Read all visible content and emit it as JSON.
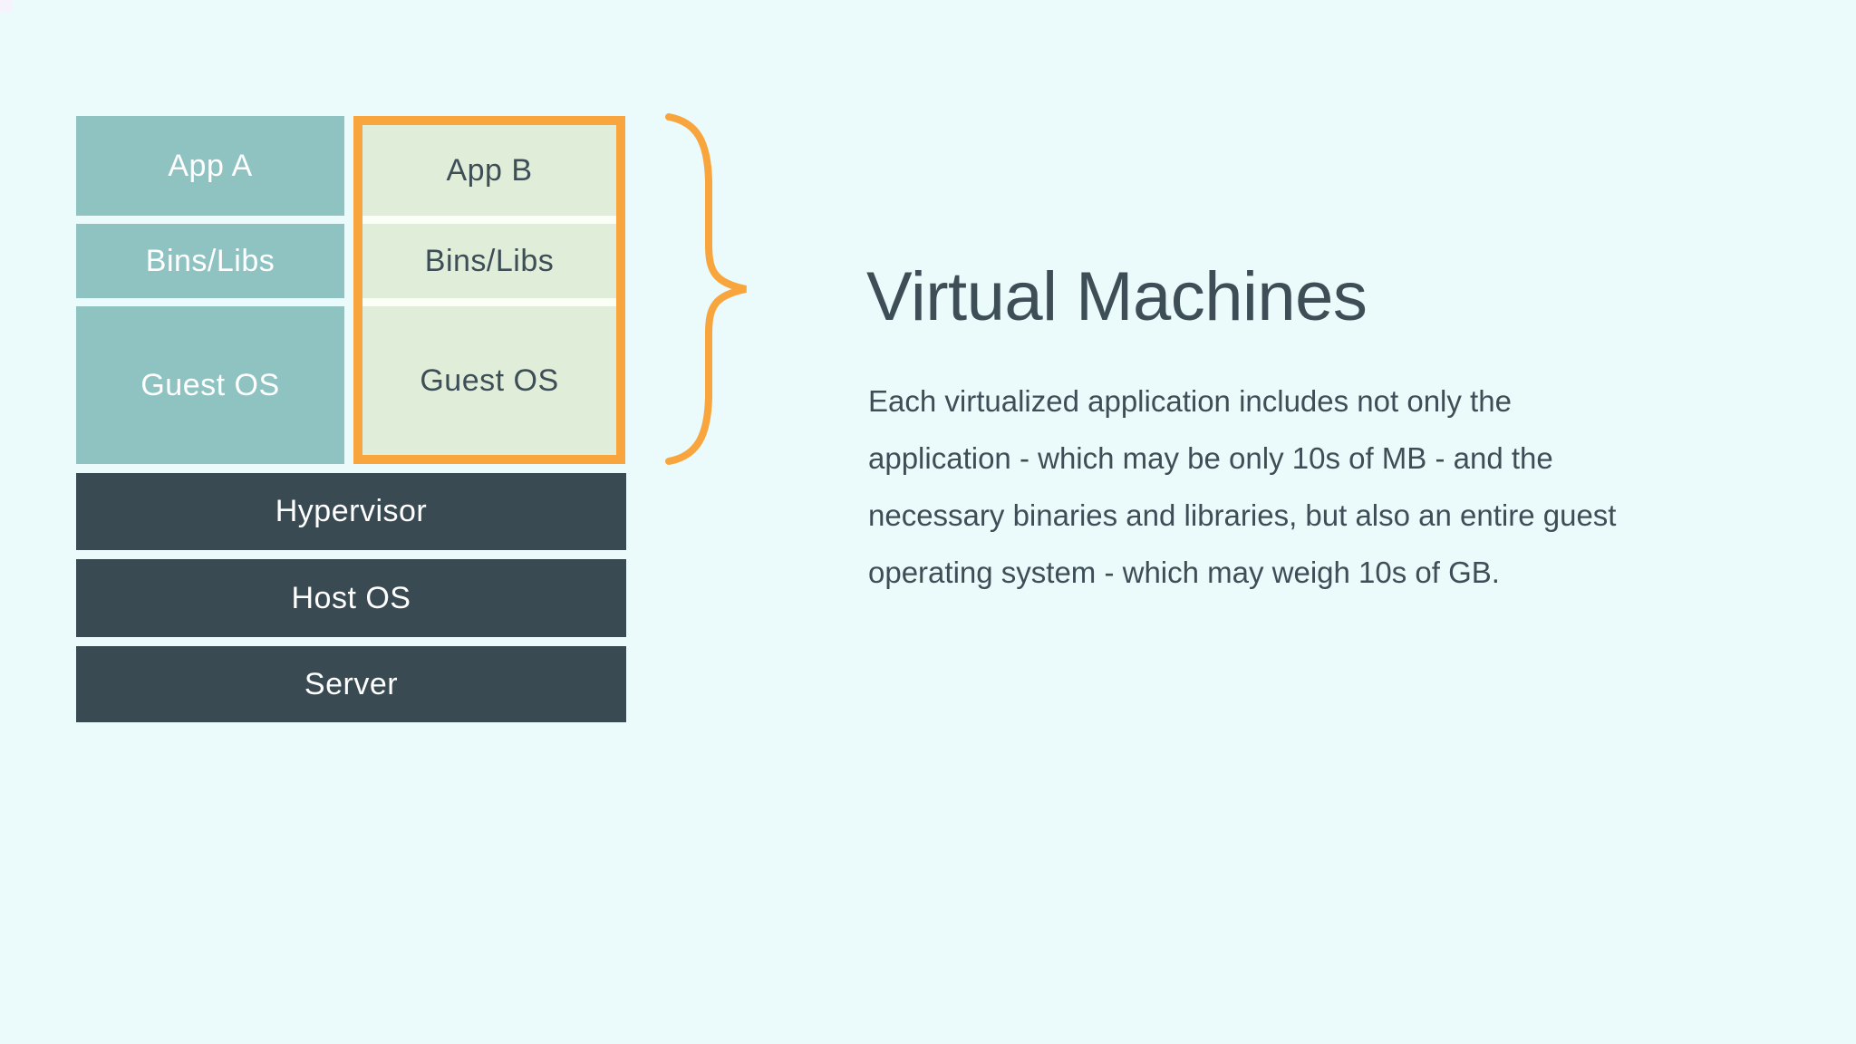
{
  "theme": {
    "page-bg": "#ebfafa",
    "teal": "#8ec3c2",
    "green": "#e0edd9",
    "green-box-bg": "#fbfdf7",
    "dark": "#3a4a53",
    "orange": "#f7a53c",
    "ink": "#3e4e57",
    "label-light": "#ffffff",
    "corner": "#f6f3fe"
  },
  "diagram": {
    "vm_a": {
      "blocks": [
        "App A",
        "Bins/Libs",
        "Guest OS"
      ]
    },
    "vm_b": {
      "blocks": [
        "App B",
        "Bins/Libs",
        "Guest OS"
      ],
      "highlighted": true
    },
    "infrastructure": [
      "Hypervisor",
      "Host OS",
      "Server"
    ]
  },
  "callout": {
    "title": "Virtual Machines",
    "description_lines": [
      "Each virtualized application includes not only the",
      "application - which may be only 10s of MB - and the",
      "necessary binaries and libraries, but also an entire guest",
      "operating system - which may weigh 10s of GB."
    ]
  }
}
